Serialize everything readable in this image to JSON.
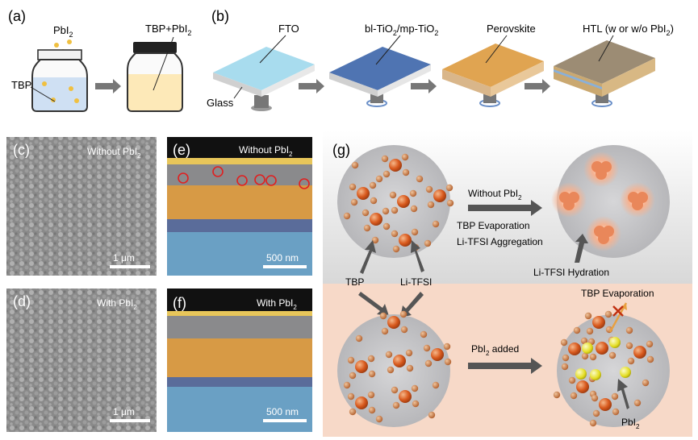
{
  "panels": {
    "a": {
      "label": "(a)",
      "pbi2": "PbI",
      "pbi2_sub": "2",
      "tbp": "TBP",
      "mix": "TBP+PbI",
      "mix_sub": "2"
    },
    "b": {
      "label": "(b)",
      "fto": "FTO",
      "glass": "Glass",
      "bl": "bl-TiO",
      "bl_sub": "2",
      "mp": "/mp-TiO",
      "mp_sub": "2",
      "perovskite": "Perovskite",
      "htl": "HTL (w or w/o PbI",
      "htl_sub": "2",
      "htl_end": ")"
    },
    "c": {
      "label": "(c)",
      "caption": "Without PbI",
      "caption_sub": "2",
      "scale": "1 μm"
    },
    "d": {
      "label": "(d)",
      "caption": "With PbI",
      "caption_sub": "2",
      "scale": "1 μm"
    },
    "e": {
      "label": "(e)",
      "caption": "Without PbI",
      "caption_sub": "2",
      "scale": "500 nm"
    },
    "f": {
      "label": "(f)",
      "caption": "With PbI",
      "caption_sub": "2",
      "scale": "500 nm"
    },
    "g": {
      "label": "(g)",
      "without": "Without PbI",
      "without_sub": "2",
      "evap": "TBP Evaporation",
      "aggregation": "Li-TFSI Aggregation",
      "hydration": "Li-TFSI Hydration",
      "tbp": "TBP",
      "litfsi": "Li-TFSI",
      "added": "PbI",
      "added_sub": "2",
      "added_end": " added",
      "evap2": "TBP Evaporation",
      "pbi2": "PbI",
      "pbi2_sub": "2"
    }
  },
  "colors": {
    "tbp": "#d9763a",
    "litfsi": "#c4511d",
    "pbi2": "#e8e23a",
    "sphere": "#c9c9cb",
    "pink_bg": "#f7d9c8"
  }
}
